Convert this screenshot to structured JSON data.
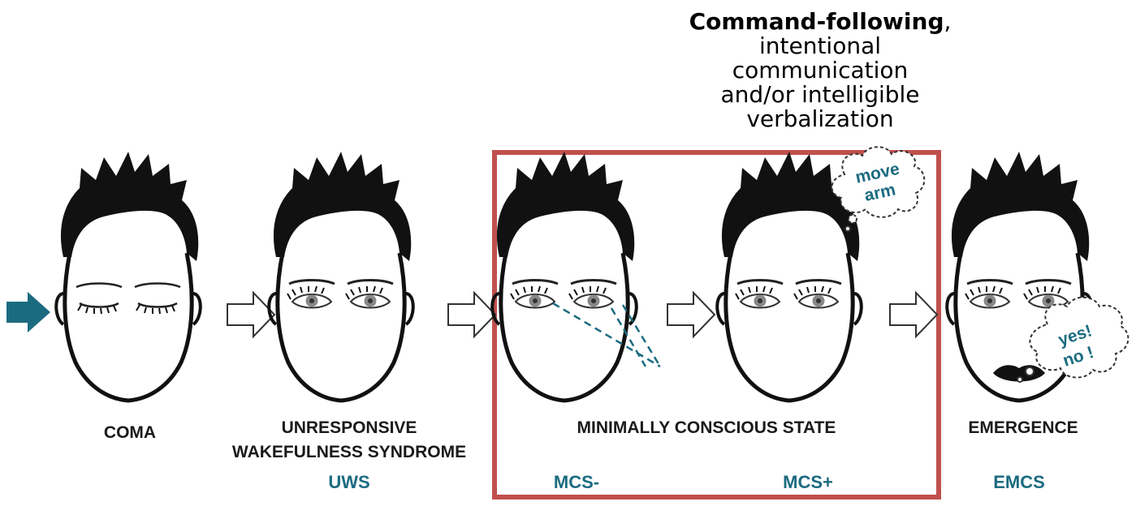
{
  "header": {
    "bold_line": "Command-following",
    "comma": ",",
    "lines": [
      "intentional",
      "communication",
      "and/or intelligible",
      "verbalization"
    ]
  },
  "stages": [
    {
      "name": "COMA",
      "abbr": ""
    },
    {
      "name_line1": "UNRESPONSIVE",
      "name_line2": "WAKEFULNESS SYNDROME",
      "abbr": "UWS"
    },
    {
      "name": "MINIMALLY CONSCIOUS STATE",
      "abbr_minus": "MCS-",
      "abbr_plus": "MCS+"
    },
    {
      "name": "EMERGENCE",
      "abbr": "EMCS"
    }
  ],
  "bubbles": {
    "mcs_plus_line1": "move",
    "mcs_plus_line2": "arm",
    "emcs_line1": "yes!",
    "emcs_line2": "no !"
  },
  "colors": {
    "accent": "#1b6b80",
    "box": "#c0504d",
    "entry_arrow": "#1b6b80"
  }
}
